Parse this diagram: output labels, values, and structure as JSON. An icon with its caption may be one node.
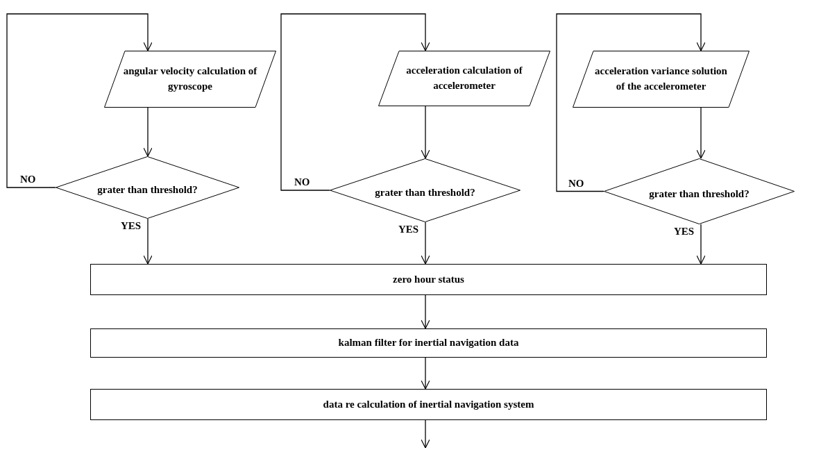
{
  "diagram": {
    "nodes": [
      {
        "text": [
          "angular velocity calculation of gyroscope"
        ]
      },
      {
        "text": [
          "grater than threshold?"
        ]
      },
      {
        "text": [
          "acceleration calculation of accelerometer"
        ]
      },
      {
        "text": [
          "grater than threshold?"
        ]
      },
      {
        "text": [
          "acceleration variance solution of the accelerometer"
        ]
      },
      {
        "text": [
          "grater than threshold?"
        ]
      },
      {
        "text": [
          "zero hour status"
        ]
      },
      {
        "text": [
          "kalman filter for inertial navigation data"
        ]
      },
      {
        "text": [
          "data re calculation of inertial navigation system"
        ]
      }
    ],
    "edges": [
      {
        "from": 0,
        "to": 1,
        "arrow": "to"
      },
      {
        "from": 1,
        "to": 0,
        "arrow": "to",
        "label": "NO"
      },
      {
        "from": 1,
        "to": 6,
        "arrow": "to",
        "label": "YES"
      },
      {
        "from": 2,
        "to": 3,
        "arrow": "to"
      },
      {
        "from": 3,
        "to": 2,
        "arrow": "to",
        "label": "NO"
      },
      {
        "from": 3,
        "to": 6,
        "arrow": "to",
        "label": "YES"
      },
      {
        "from": 4,
        "to": 5,
        "arrow": "to"
      },
      {
        "from": 5,
        "to": 4,
        "arrow": "to",
        "label": "NO"
      },
      {
        "from": 5,
        "to": 6,
        "arrow": "to",
        "label": "YES"
      },
      {
        "from": 6,
        "to": 7,
        "arrow": "to"
      },
      {
        "from": 7,
        "to": 8,
        "arrow": "to"
      },
      {
        "from": 8,
        "to": null,
        "arrow": "to"
      }
    ]
  }
}
